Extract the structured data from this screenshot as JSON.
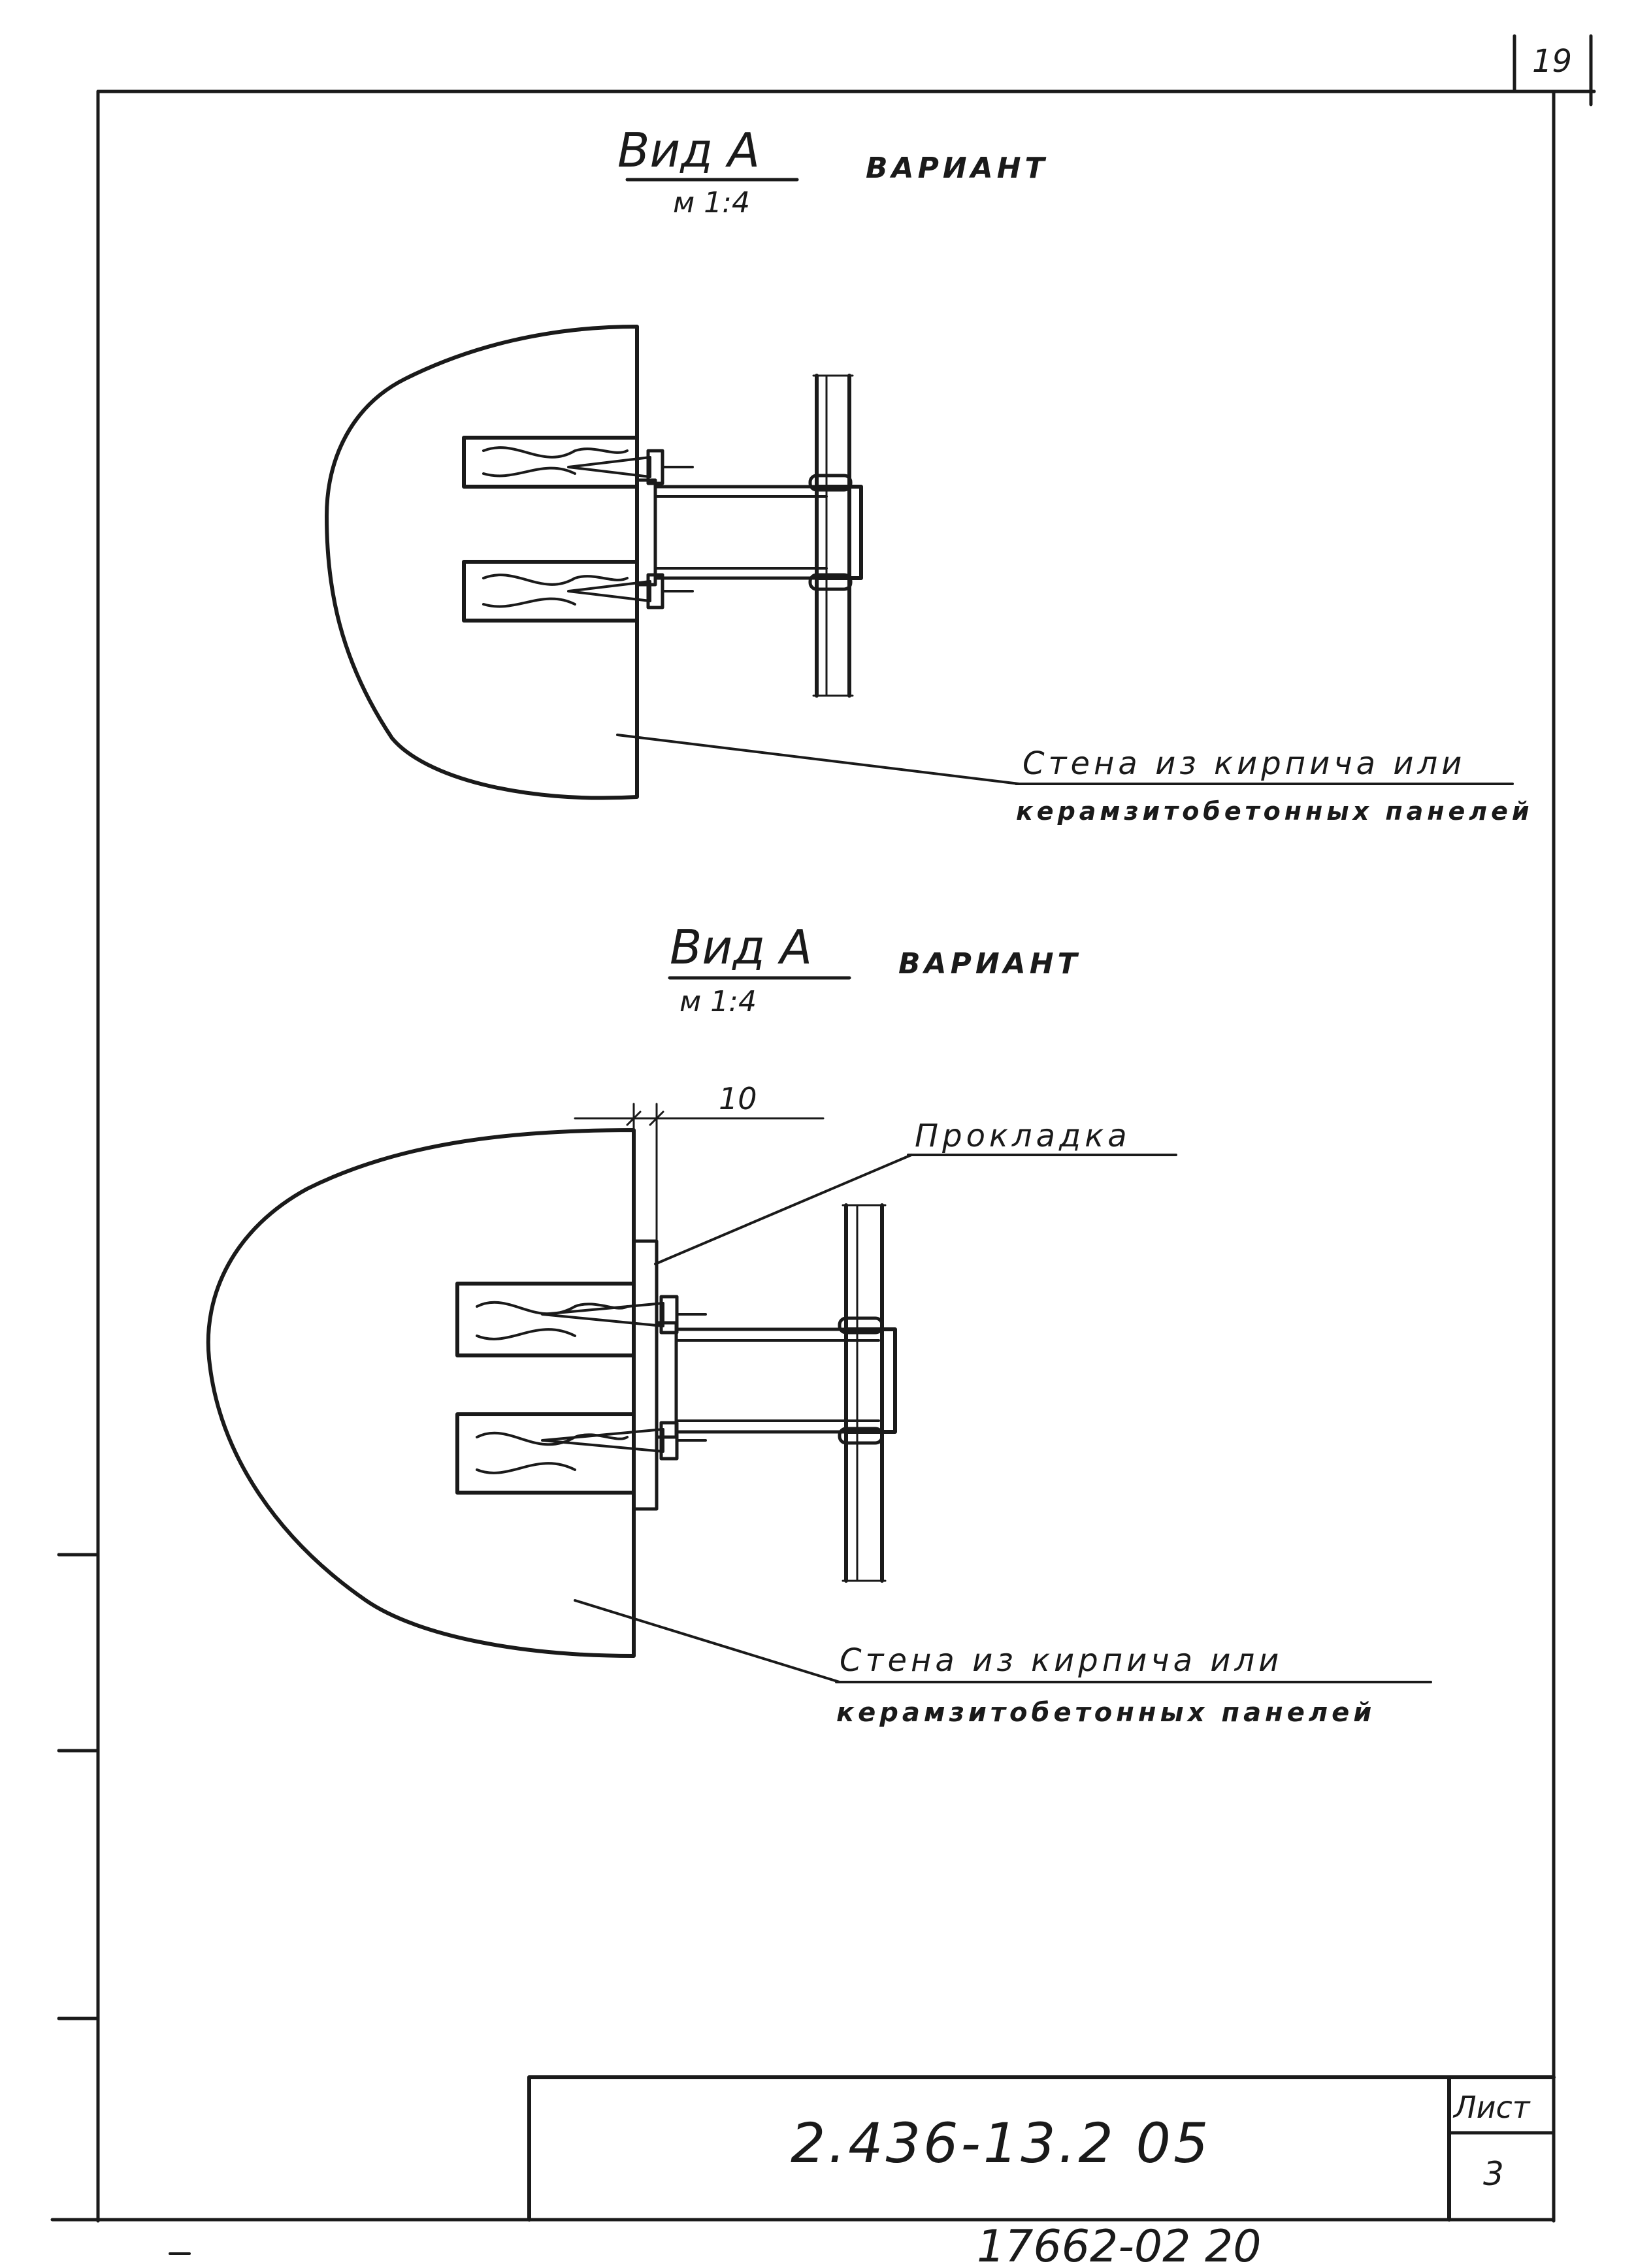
{
  "page_corner_number": "19",
  "view_top": {
    "title": "Вид А",
    "scale": "м 1:4",
    "variant": "ВАРИАНТ",
    "callout_line1": "Стена из кирпича или",
    "callout_line2": "керамзитобетонных панелей"
  },
  "view_bottom": {
    "title": "Вид А",
    "scale": "м 1:4",
    "variant": "ВАРИАНТ",
    "dimension": "10",
    "gasket_label": "Прокладка",
    "callout_line1": "Стена из кирпича  или",
    "callout_line2": "керамзитобетонных  панелей"
  },
  "title_block": {
    "document_code": "2.436-13.2 05",
    "sheet_label": "Лист",
    "sheet_number": "3"
  },
  "footer_stamp": "17662-02  20"
}
